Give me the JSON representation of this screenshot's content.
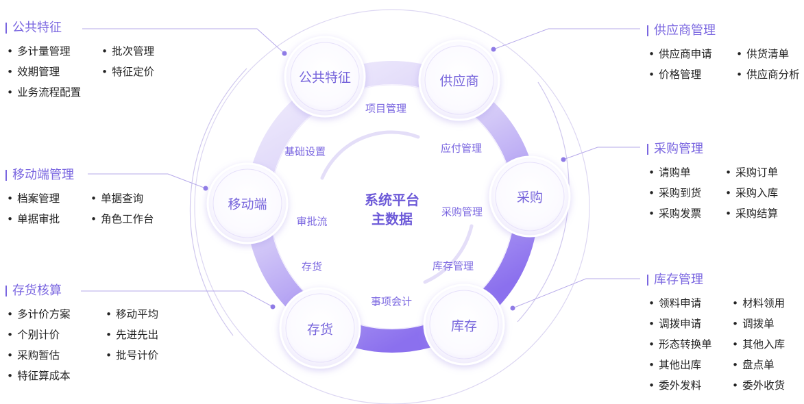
{
  "center": {
    "line1": "系统平台",
    "line2": "主数据"
  },
  "nodes": {
    "gonggong": "公共特征",
    "gongyingshang": "供应商",
    "caigou": "采购",
    "kucun": "库存",
    "cunhuo": "存货",
    "yidongduan": "移动端"
  },
  "ring_labels": {
    "xiangmu": "项目管理",
    "yingfu": "应付管理",
    "caigouguanli": "采购管理",
    "kucunguanli": "库存管理",
    "shixiang": "事项会计",
    "cunhuo": "存货",
    "shenpi": "审批流",
    "jichu": "基础设置"
  },
  "panels": {
    "gonggong": {
      "title": "公共特征",
      "items": [
        "多计量管理",
        "批次管理",
        "效期管理",
        "特征定价",
        "业务流程配置"
      ]
    },
    "yidong": {
      "title": "移动端管理",
      "items": [
        "档案管理",
        "单据查询",
        "单据审批",
        "角色工作台"
      ]
    },
    "cunhuo": {
      "title": "存货核算",
      "items": [
        "多计价方案",
        "移动平均",
        "个别计价",
        "先进先出",
        "采购暂估",
        "批号计价",
        "特征算成本"
      ]
    },
    "gongying": {
      "title": "供应商管理",
      "items": [
        "供应商申请",
        "供货清单",
        "价格管理",
        "供应商分析"
      ]
    },
    "caigou": {
      "title": "采购管理",
      "items": [
        "请购单",
        "采购订单",
        "采购到货",
        "采购入库",
        "采购发票",
        "采购结算"
      ]
    },
    "kucun": {
      "title": "库存管理",
      "items": [
        "领料申请",
        "材料领用",
        "调拨申请",
        "调拨单",
        "形态转换单",
        "其他入库",
        "其他出库",
        "盘点单",
        "委外发料",
        "委外收货"
      ]
    }
  },
  "colors": {
    "accent": "#7a66e0",
    "ring_light": "#e4ddfa",
    "ring_dark": "#8e74ee"
  }
}
